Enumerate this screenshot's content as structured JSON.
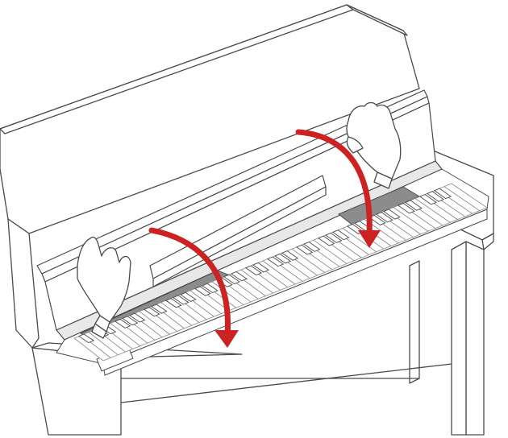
{
  "figure": {
    "subject": "digital-piano-opening-key-cover",
    "colors": {
      "line": "#4a4a4a",
      "light_line": "#8a8a8a",
      "panel_fill": "#ffffff",
      "shadow_fill": "#8c8c8c",
      "arrow": "#cc2222",
      "key_white": "#ffffff",
      "key_black": "#ffffff"
    },
    "arrows": [
      {
        "name": "left-arrow",
        "direction": "down"
      },
      {
        "name": "right-arrow",
        "direction": "down"
      }
    ],
    "hands": [
      "left-hand",
      "right-hand"
    ],
    "white_key_count": 52
  }
}
